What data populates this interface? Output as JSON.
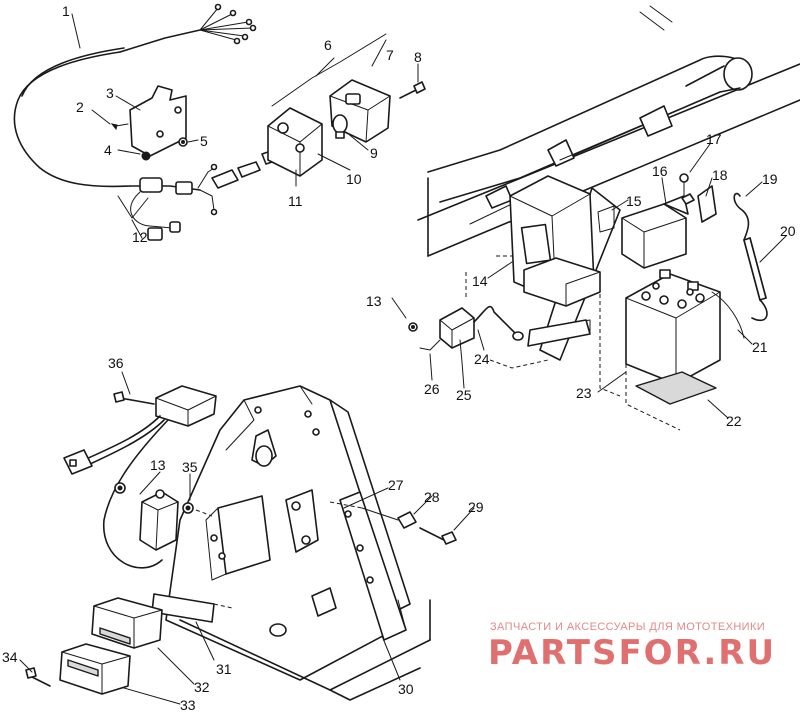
{
  "part_labels": [
    "1",
    "2",
    "3",
    "4",
    "5",
    "6",
    "7",
    "8",
    "9",
    "10",
    "11",
    "12",
    "13",
    "14",
    "15",
    "16",
    "17",
    "18",
    "19",
    "20",
    "21",
    "22",
    "23",
    "24",
    "25",
    "26",
    "27",
    "28",
    "29",
    "30",
    "31",
    "32",
    "33",
    "34",
    "35",
    "36",
    "13"
  ],
  "watermark": {
    "tagline": "ЗАПЧАСТИ И АКСЕССУАРЫ ДЛЯ МОТОТЕХНИКИ",
    "brand": "PARTSFOR.RU"
  }
}
